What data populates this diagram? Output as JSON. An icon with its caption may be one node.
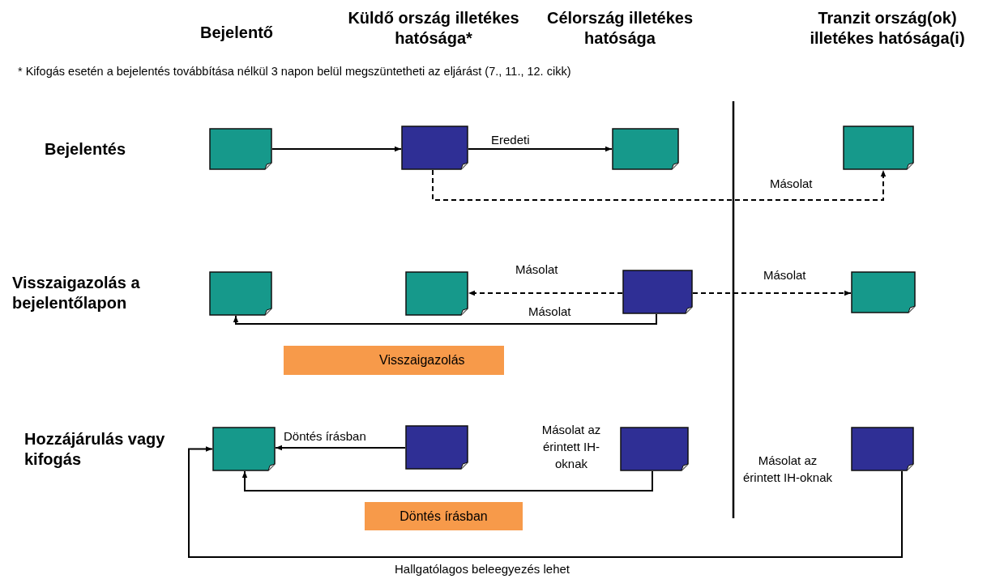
{
  "diagram": {
    "nodes": [
      {
        "text": [],
        "shape": "box"
      },
      {
        "text": [],
        "shape": "box"
      },
      {
        "text": [],
        "shape": "box"
      },
      {
        "text": [],
        "shape": "box"
      },
      {
        "text": [],
        "shape": "box"
      },
      {
        "text": [],
        "shape": "box"
      },
      {
        "text": [],
        "shape": "box"
      },
      {
        "text": [],
        "shape": "box"
      },
      {
        "text": [],
        "shape": "box"
      },
      {
        "text": [],
        "shape": "box"
      },
      {
        "text": [],
        "shape": "box",
        "beside": [
          "Másolat az érintett IH-oknak"
        ]
      },
      {
        "text": [],
        "shape": "box",
        "beside": [
          "Másolat az érintett IH-oknak"
        ]
      },
      {
        "text": [
          "Visszaigazolás"
        ]
      },
      {
        "text": [
          "Döntés írásban"
        ]
      }
    ],
    "edges": [
      {
        "from": 0,
        "to": 1,
        "arrow": "to"
      },
      {
        "from": 1,
        "to": 2,
        "arrow": "to",
        "label": "Eredeti"
      },
      {
        "from": 1,
        "to": 3,
        "arrow": "to",
        "label": "Másolat",
        "style": "dashed"
      },
      {
        "from": 6,
        "to": 5,
        "arrow": "to",
        "label": "Másolat",
        "style": "dashed"
      },
      {
        "from": 6,
        "to": 7,
        "arrow": "to",
        "label": "Másolat",
        "style": "dashed"
      },
      {
        "from": 6,
        "to": 4,
        "arrow": "to",
        "label": "Másolat"
      },
      {
        "from": 9,
        "to": 8,
        "arrow": "to",
        "label": "Döntés írásban"
      },
      {
        "from": 10,
        "to": 8,
        "arrow": "to"
      },
      {
        "from": 11,
        "to": 8,
        "arrow": "to",
        "label": "Hallgatólagos beleegyezés lehet"
      }
    ],
    "labels": [
      "Bejelentő",
      "Küldő ország illetékes hatósága*",
      "Célország illetékes hatósága",
      "Tranzit ország(ok) illetékes hatósága(i)",
      "* Kifogás esetén a bejelentés továbbítása nélkül 3 napon belül megszüntetheti az eljárást (7., 11., 12. cikk)",
      "Bejelentés",
      "Visszaigazolás a bejelentőlapon",
      "Hozzájárulás vagy kifogás"
    ]
  }
}
